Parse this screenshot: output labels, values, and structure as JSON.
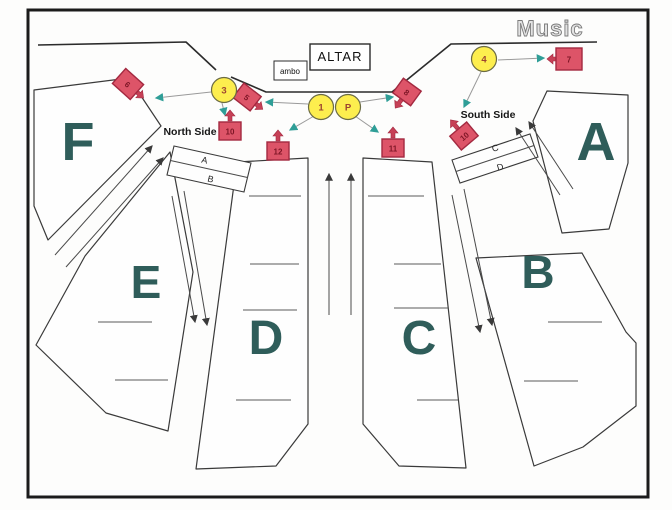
{
  "diagram": {
    "music_label": "Music",
    "altar_label": "ALTAR",
    "ambo_label": "ambo",
    "north_side_label": "North Side",
    "south_side_label": "South Side"
  },
  "sections": {
    "f": "F",
    "e": "E",
    "d": "D",
    "c": "C",
    "b": "B",
    "a": "A"
  },
  "pew_rows": {
    "north": [
      "A",
      "B"
    ],
    "south": [
      "C",
      "D"
    ]
  },
  "minister_circles": [
    {
      "label": "3"
    },
    {
      "label": "1"
    },
    {
      "label": "P"
    },
    {
      "label": "4"
    }
  ],
  "station_squares": [
    {
      "label": "6"
    },
    {
      "label": "5"
    },
    {
      "label": "10"
    },
    {
      "label": "12"
    },
    {
      "label": "11"
    },
    {
      "label": "8"
    },
    {
      "label": "10"
    },
    {
      "label": "7"
    }
  ],
  "colors": {
    "station_red": "#dd5468",
    "station_border": "#a32940",
    "minister_yellow": "#fdee4e",
    "section_letter_teal": "#2f5d5a",
    "flow_arrow_teal": "#2f9e97"
  }
}
